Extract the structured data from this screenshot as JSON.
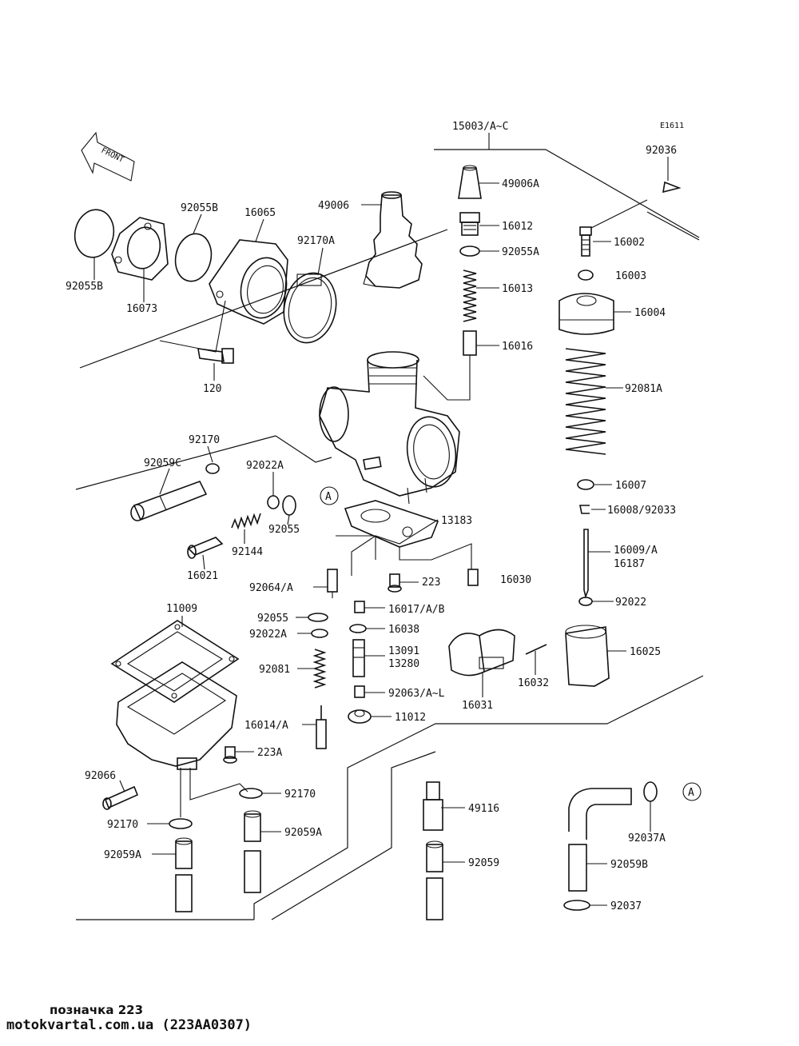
{
  "diagram_id": "E1611",
  "front_label": "FRONT",
  "callout_a": "A",
  "parts": {
    "p15003": "15003/A~C",
    "p92036": "92036",
    "p49006A": "49006A",
    "p49006": "49006",
    "p16012": "16012",
    "p92055A": "92055A",
    "p16002": "16002",
    "p16003": "16003",
    "p16013": "16013",
    "p16004": "16004",
    "p16016": "16016",
    "p92081A": "92081A",
    "p92055B_top": "92055B",
    "p16065": "16065",
    "p92170A": "92170A",
    "p92055B_left": "92055B",
    "p16073": "16073",
    "p120": "120",
    "p92170_top": "92170",
    "p92059C": "92059C",
    "p92022A_top": "92022A",
    "p92055_mid": "92055",
    "p92144": "92144",
    "p16021": "16021",
    "p16007": "16007",
    "p16008": "16008/92033",
    "p13183": "13183",
    "p16009": "16009/A",
    "p16187": "16187",
    "p92064": "92064/A",
    "p223": "223",
    "p16030": "16030",
    "p92022": "92022",
    "p16017": "16017/A/B",
    "p11009": "11009",
    "p92055_low": "92055",
    "p16038": "16038",
    "p92022A_low": "92022A",
    "p13091": "13091",
    "p13280": "13280",
    "p16025": "16025",
    "p92081": "92081",
    "p16032": "16032",
    "p92063": "92063/A~L",
    "p16031": "16031",
    "p11012": "11012",
    "p16014": "16014/A",
    "p223A": "223A",
    "p92066": "92066",
    "p92170_low": "92170",
    "p49116": "49116",
    "p92170_left": "92170",
    "p92059A_mid": "92059A",
    "p92037A": "92037A",
    "p92059A_left": "92059A",
    "p92059": "92059",
    "p92059B": "92059B",
    "p92037": "92037"
  },
  "footer": {
    "line1": "позначка 223",
    "line2": "motokvartal.com.ua (223AA0307)"
  }
}
